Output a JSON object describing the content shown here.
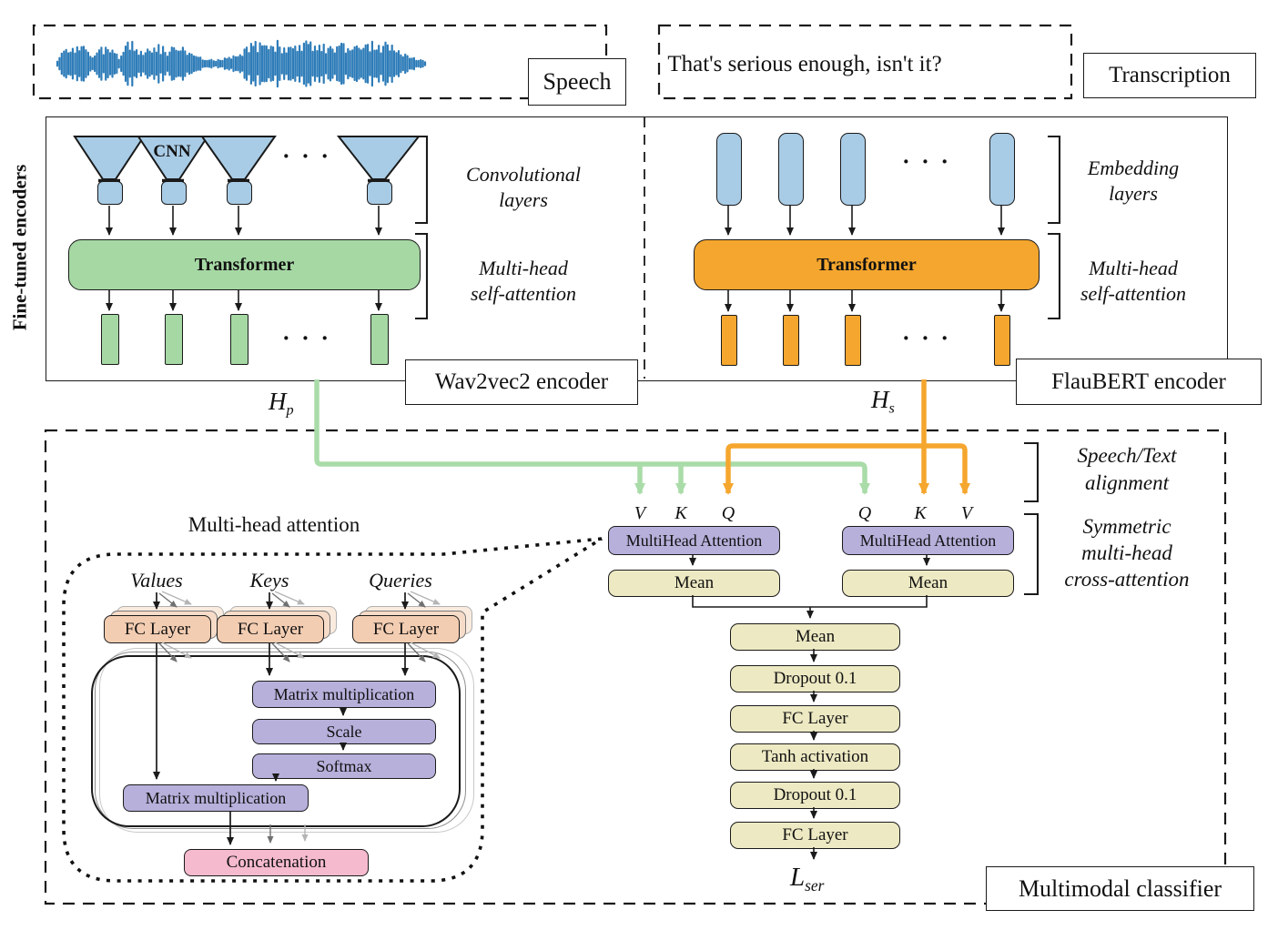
{
  "colors": {
    "blue": "#A9CCE6",
    "waveform": "#2E7CB8",
    "green": "#A6D8A4",
    "green_line": "#A9DCA8",
    "orange": "#F5A62E",
    "purple": "#B7B0DB",
    "yellow": "#EDE9C3",
    "salmon": "#F3CDB2",
    "salmon_echo1": "#F6DCC8",
    "salmon_echo2": "#FAEBDF",
    "pink": "#F5BACE",
    "ink": "#1a1a1a",
    "grey_mid": "#707070",
    "grey_light": "#b5b5b5"
  },
  "top": {
    "speech": "Speech",
    "transcription": "Transcription",
    "sentence": "That's serious enough, isn't it?"
  },
  "misc": {
    "ellipsis": "· · ·"
  },
  "enc": {
    "side": "Fine-tuned encoders",
    "cnn": "CNN",
    "transformer": "Transformer",
    "left_name": "Wav2vec2 encoder",
    "right_name": "FlauBERT encoder",
    "conv": [
      "Convolutional",
      "layers"
    ],
    "emb": [
      "Embedding",
      "layers"
    ],
    "mh": [
      "Multi-head",
      "self-attention"
    ],
    "hp": {
      "base": "H",
      "sub": "p"
    },
    "hs": {
      "base": "H",
      "sub": "s"
    }
  },
  "cls": {
    "name": "Multimodal classifier",
    "align": [
      "Speech/Text",
      "alignment"
    ],
    "cross": [
      "Symmetric",
      "multi-head",
      "cross-attention"
    ],
    "in_left": [
      "V",
      "K",
      "Q"
    ],
    "in_right": [
      "Q",
      "K",
      "V"
    ],
    "mha": "MultiHead Attention",
    "mean": "Mean",
    "stack": [
      "Mean",
      "Dropout 0.1",
      "FC Layer",
      "Tanh activation",
      "Dropout 0.1",
      "FC Layer"
    ],
    "loss": {
      "base": "L",
      "sub": "ser"
    }
  },
  "det": {
    "title": "Multi-head attention",
    "inputs": [
      "Values",
      "Keys",
      "Queries"
    ],
    "fc": "FC Layer",
    "matmul": "Matrix multiplication",
    "scale": "Scale",
    "softmax": "Softmax",
    "concat": "Concatenation"
  }
}
